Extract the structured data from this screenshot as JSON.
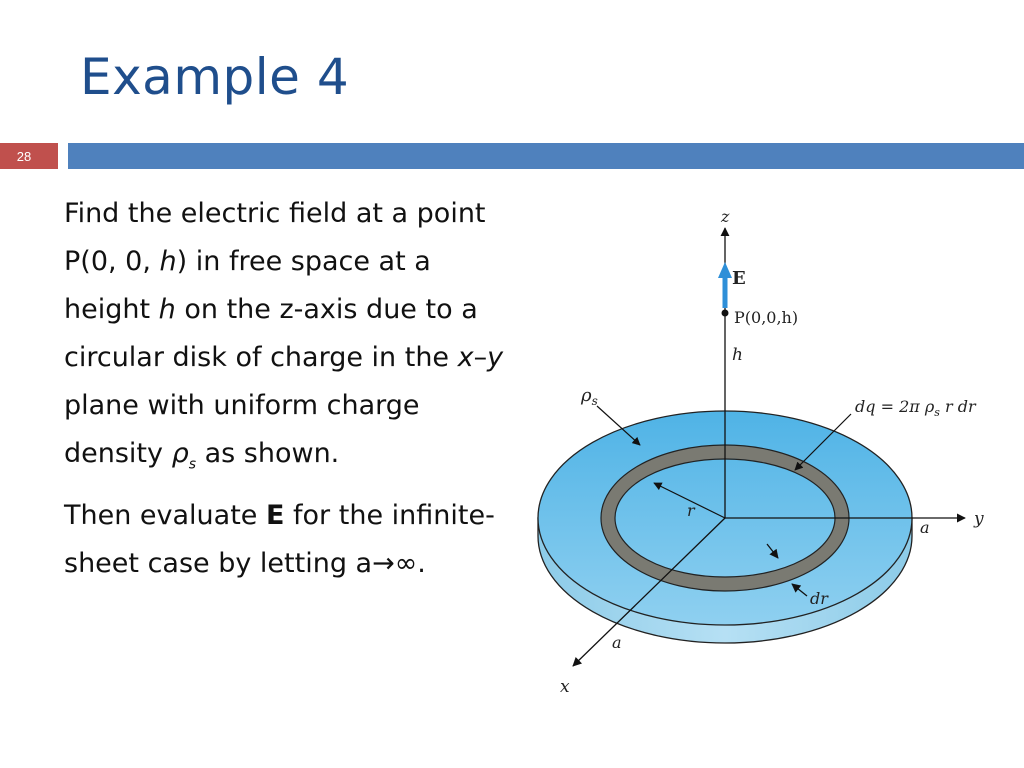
{
  "slide": {
    "title": "Example 4",
    "number": "28"
  },
  "body": {
    "p1": {
      "t1": "Find the electric field at a point P(0, 0, ",
      "h1": "h",
      "t2": ") in free space at a height ",
      "h2": "h",
      "t3": " on the z-axis due to a circular disk of charge in the ",
      "x": "x",
      "dash": "–",
      "y": "y",
      "t4": " plane with uniform charge density ",
      "rho": "ρ",
      "s": "s",
      "t5": " as shown."
    },
    "p2": {
      "t1": "Then evaluate ",
      "E": "E",
      "t2": " for the infinite-sheet case by letting a→∞."
    }
  },
  "figure": {
    "z": "z",
    "E": "E",
    "P": "P(0,0,h)",
    "h": "h",
    "rho": "ρ",
    "rho_sub": "s",
    "dq": "dq = 2π ρ",
    "dq_sub": "s",
    "dq_tail": " r dr",
    "r": "r",
    "a_y": "a",
    "y": "y",
    "dr": "dr",
    "a_x": "a",
    "x": "x"
  },
  "colors": {
    "title": "#1f4e8c",
    "number_bar": "#c0504d",
    "header_bar": "#4f81bd",
    "disk": "#5bb8e6",
    "ring": "#7a7a72",
    "field_arrow": "#2e8fd8"
  }
}
